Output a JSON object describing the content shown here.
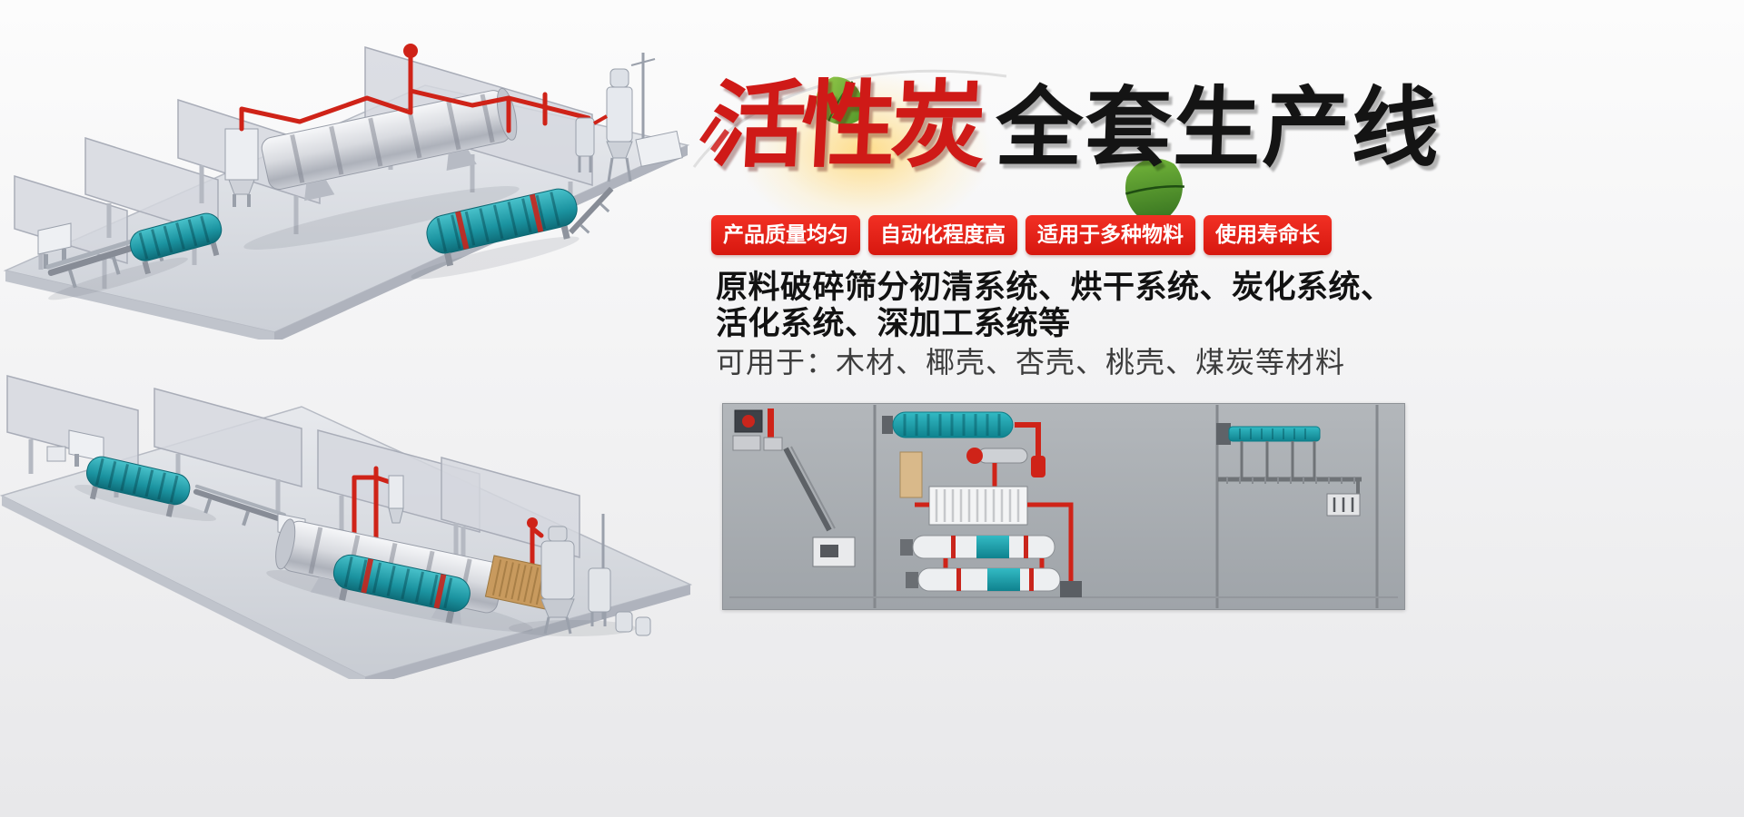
{
  "hero": {
    "title_red": "活性炭",
    "title_black": "全套生产线",
    "badges": [
      "产品质量均匀",
      "自动化程度高",
      "适用于多种物料",
      "使用寿命长"
    ],
    "desc_bold_1": "原料破碎筛分初清系统、烘干系统、炭化系统、",
    "desc_bold_2": "活化系统、深加工系统等",
    "desc_light": "可用于：木材、椰壳、杏壳、桃壳、煤炭等材料"
  },
  "colors": {
    "badge_red": "#e2231a",
    "title_red": "#cf1a17",
    "title_black": "#141414",
    "pipe_red": "#cf2318",
    "machine_teal": "#1fa9b4",
    "schematic_panel_gray": "#a9aeb3",
    "leaf_green": "#6fae3a"
  }
}
